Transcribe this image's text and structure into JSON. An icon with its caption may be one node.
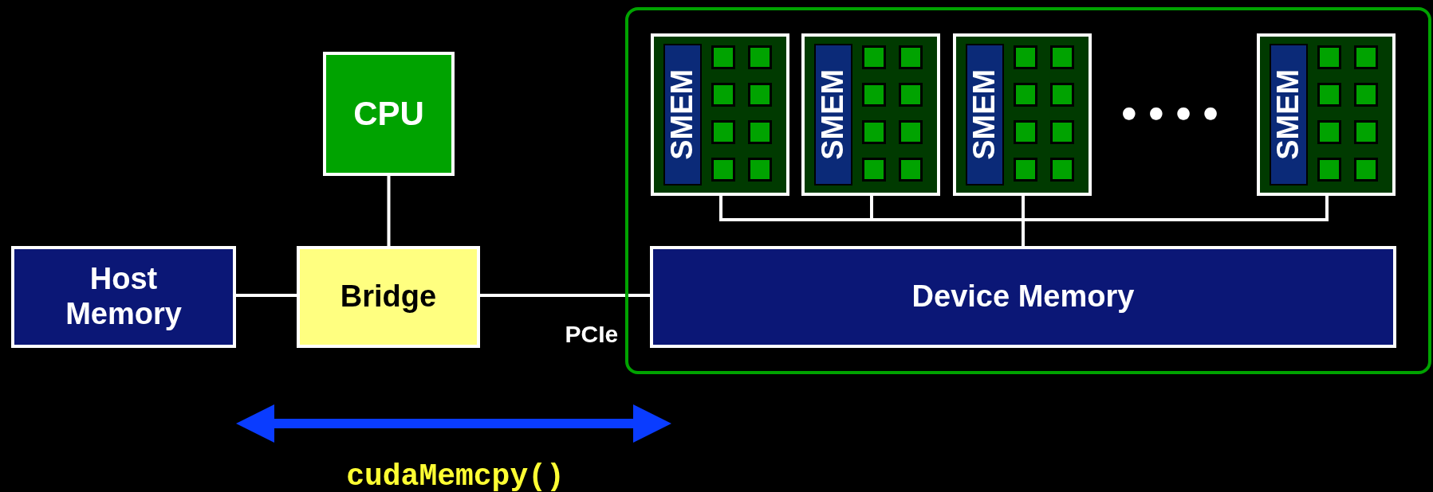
{
  "diagram": {
    "nodes": [
      {
        "text": [
          "CPU"
        ]
      },
      {
        "text": [
          "Host Memory"
        ]
      },
      {
        "text": [
          "Bridge"
        ]
      },
      {
        "text": [],
        "shape": "box"
      },
      {
        "text": [],
        "shape": "box",
        "in": 3
      },
      {
        "text": [
          "SMEM"
        ],
        "in": 4
      },
      {
        "text": [],
        "shape": "box",
        "in": 3
      },
      {
        "text": [
          "SMEM"
        ],
        "in": 6
      },
      {
        "text": [],
        "shape": "box",
        "in": 3
      },
      {
        "text": [
          "SMEM"
        ],
        "in": 8
      },
      {
        "text": [],
        "shape": "box",
        "in": 3
      },
      {
        "text": [
          "SMEM"
        ],
        "in": 10
      },
      {
        "text": [
          "Device Memory"
        ],
        "in": 3
      }
    ],
    "edges": [
      {
        "from": 0,
        "to": 2,
        "arrow": "none"
      },
      {
        "from": 1,
        "to": 2,
        "arrow": "none"
      },
      {
        "from": 2,
        "to": 12,
        "arrow": "none",
        "label": "PCIe"
      },
      {
        "from": 4,
        "to": 12,
        "arrow": "none"
      },
      {
        "from": 6,
        "to": 12,
        "arrow": "none"
      },
      {
        "from": 8,
        "to": 12,
        "arrow": "none"
      },
      {
        "from": 10,
        "to": 12,
        "arrow": "none"
      }
    ],
    "labels": [
      "••••",
      "cudaMemcpy()"
    ]
  }
}
